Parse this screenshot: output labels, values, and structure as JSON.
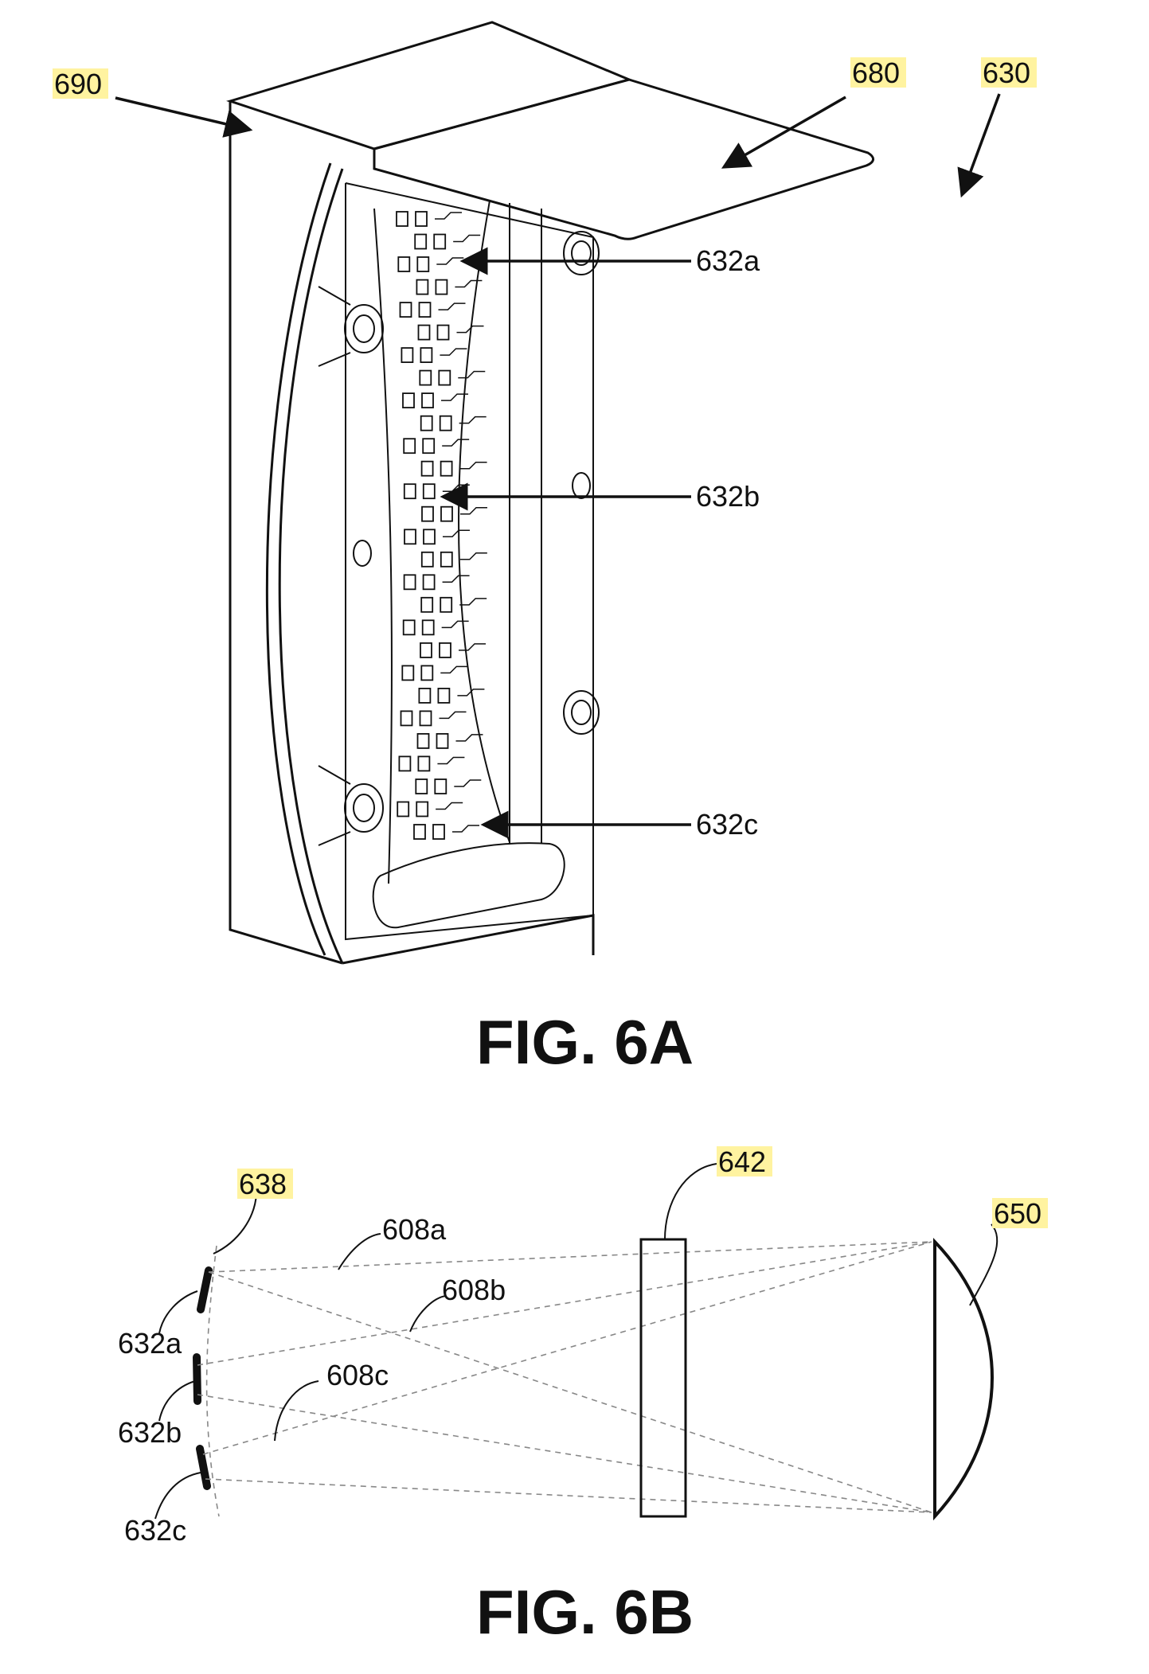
{
  "fig6a": {
    "caption": "FIG. 6A",
    "labels": {
      "ref_690": "690",
      "ref_680": "680",
      "ref_630": "630",
      "ref_632a": "632a",
      "ref_632b": "632b",
      "ref_632c": "632c"
    },
    "highlighted_refs": [
      "690",
      "680",
      "630"
    ]
  },
  "fig6b": {
    "caption": "FIG. 6B",
    "labels": {
      "ref_638": "638",
      "ref_642": "642",
      "ref_650": "650",
      "ref_608a": "608a",
      "ref_608b": "608b",
      "ref_608c": "608c",
      "ref_632a": "632a",
      "ref_632b": "632b",
      "ref_632c": "632c"
    },
    "highlighted_refs": [
      "638",
      "642",
      "650"
    ]
  },
  "colors": {
    "line": "#111111",
    "dashed_ray": "#888888",
    "highlight": "#fff3a0",
    "background": "#ffffff"
  }
}
